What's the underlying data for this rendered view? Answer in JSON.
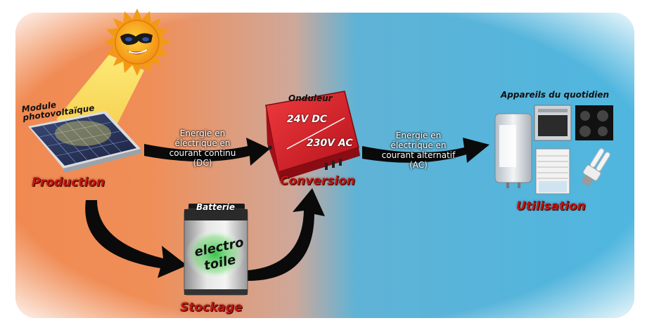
{
  "colors": {
    "production_zone": "#f08a52",
    "conversion_zone": "#cfa89a",
    "usage_zone": "#4fb6df",
    "stage_label": "#c0150f",
    "inverter_body": "#d9202a",
    "sun": "#f7a01a"
  },
  "nodes": {
    "pv_module": {
      "label": "Module\nphotovoltaïque",
      "stage": "Production",
      "icon": "solar-panel-icon"
    },
    "battery": {
      "label": "Batterie",
      "brand_line1": "electro",
      "brand_line2": "toile",
      "stage": "Stockage",
      "icon": "battery-icon"
    },
    "inverter": {
      "label": "Onduleur",
      "input": "24V DC",
      "output": "230V AC",
      "stage": "Conversion",
      "icon": "inverter-icon"
    },
    "appliances": {
      "label": "Appareils du quotidien",
      "stage": "Utilisation",
      "icon": "appliances-icon"
    }
  },
  "edges": {
    "dc_flow": {
      "line1": "Energie en",
      "line2": "électrique en",
      "line3": "courant continu",
      "line4": "(DC)"
    },
    "ac_flow": {
      "line1": "Energie en",
      "line2": "électrique en",
      "line3": "courant alternatif",
      "line4": "(AC)"
    }
  }
}
